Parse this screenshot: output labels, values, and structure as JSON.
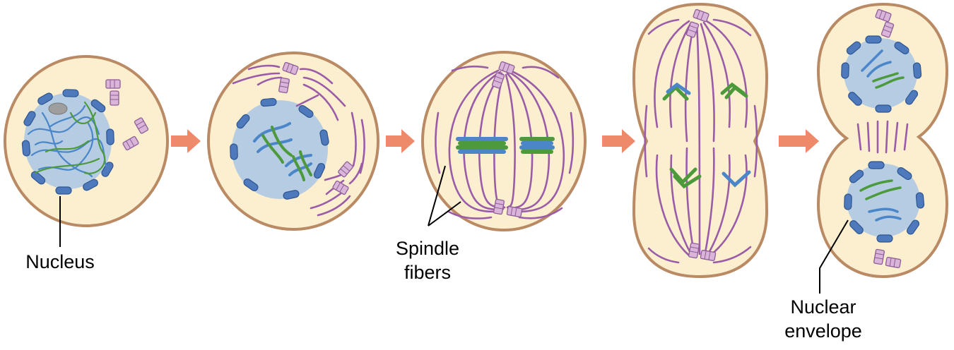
{
  "labels": {
    "nucleus": "Nucleus",
    "spindle_fibers_line1": "Spindle",
    "spindle_fibers_line2": "fibers",
    "nuclear_envelope_line1": "Nuclear",
    "nuclear_envelope_line2": "envelope"
  },
  "colors": {
    "cell_fill": "#fcefcf",
    "cell_border": "#b98a63",
    "nucleus_fill": "#b5cce3",
    "envelope": "#4f79bd",
    "envelope_stroke": "#2e568f",
    "chromosome_blue": "#4a86c8",
    "chromosome_green": "#4d9a3c",
    "spindle": "#9a5ca8",
    "centrosome": "#d9b5da",
    "arrow": "#ee8a6a",
    "label_line": "#000000"
  }
}
